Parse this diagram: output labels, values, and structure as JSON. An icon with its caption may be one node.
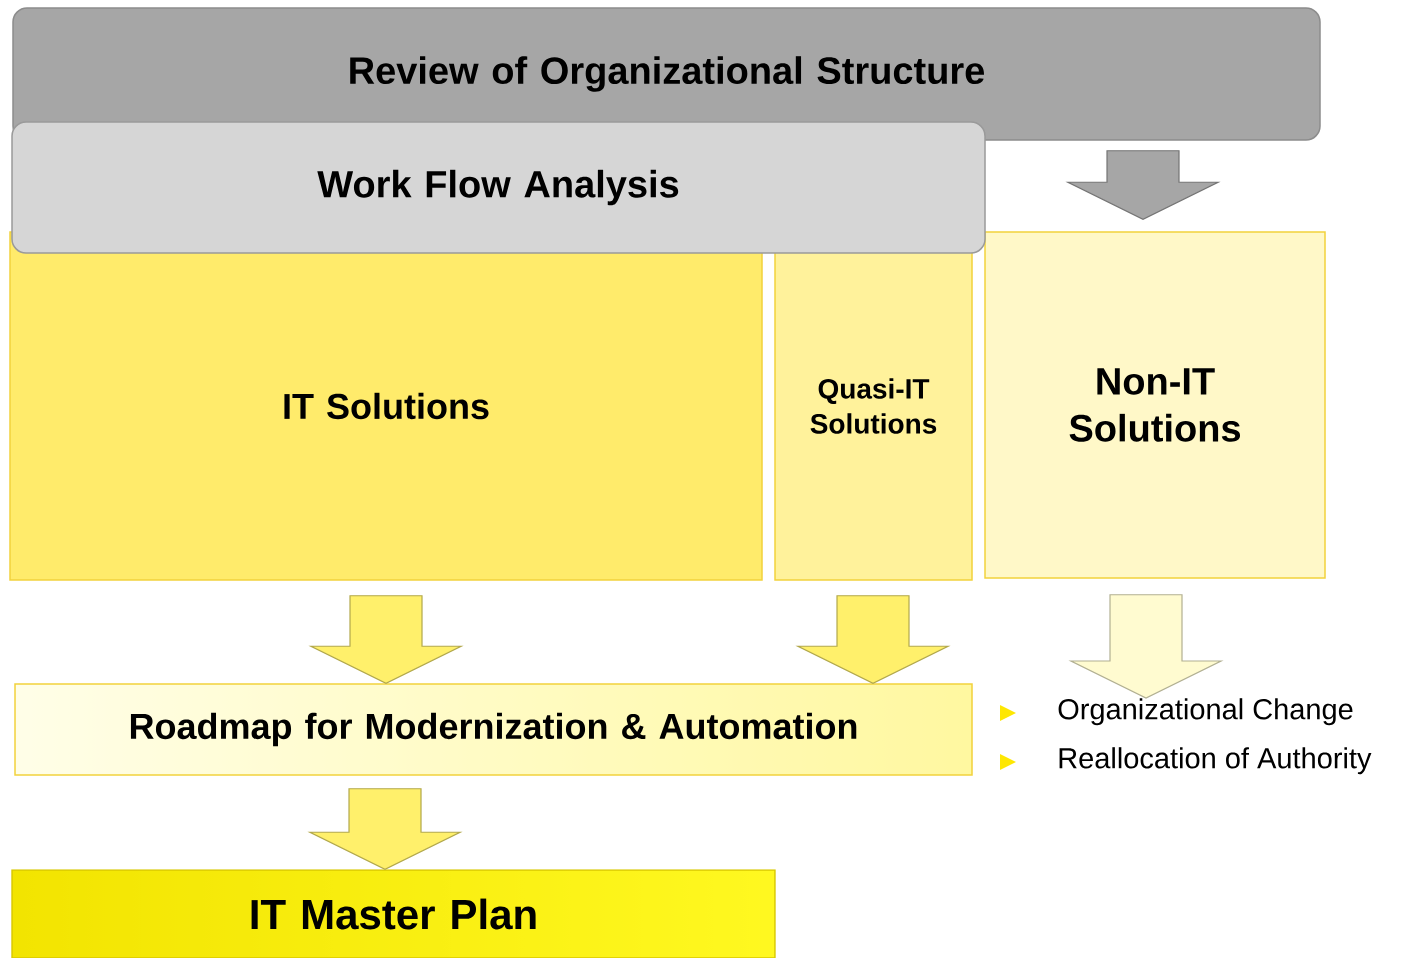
{
  "diagram": {
    "nodes": [
      {
        "text": [
          "Review of Organizational Structure"
        ]
      },
      {
        "text": [
          "Work Flow Analysis"
        ]
      },
      {
        "text": [
          "IT Solutions"
        ]
      },
      {
        "text": [
          "Quasi-IT Solutions"
        ]
      },
      {
        "text": [
          "Non-IT Solutions"
        ]
      },
      {
        "text": [
          "Roadmap for Modernization & Automation"
        ]
      },
      {
        "text": [
          "IT Master Plan"
        ]
      },
      {
        "text": [
          "Organizational Change",
          "Reallocation of Authority"
        ]
      }
    ],
    "edges": [
      {
        "from": 0,
        "to": 4,
        "arrow": "to",
        "color": "#a6a6a6"
      },
      {
        "from": 2,
        "to": 5,
        "arrow": "to"
      },
      {
        "from": 3,
        "to": 5,
        "arrow": "to"
      },
      {
        "from": 4,
        "to": 7,
        "arrow": "to",
        "color": "#fffbd0"
      },
      {
        "from": 5,
        "to": 6,
        "arrow": "to"
      }
    ]
  }
}
